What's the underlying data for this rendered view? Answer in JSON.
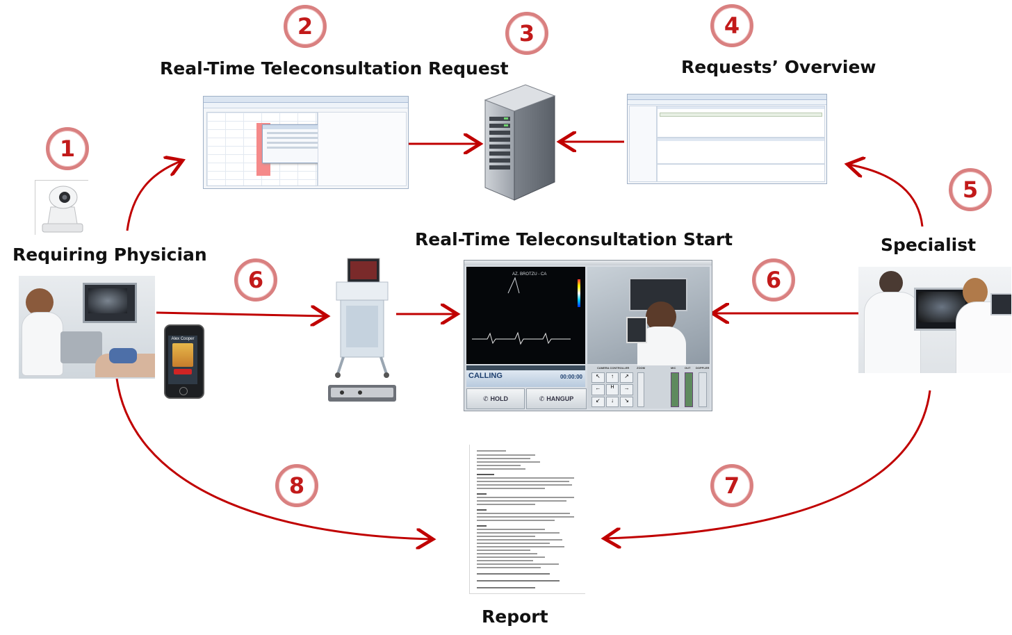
{
  "steps": [
    "1",
    "2",
    "3",
    "4",
    "5",
    "6",
    "6",
    "7",
    "8"
  ],
  "labels": {
    "request": "Real-Time Teleconsultation Request",
    "overview": "Requests’ Overview",
    "requiring_physician": "Requiring Physician",
    "start": "Real-Time Teleconsultation Start",
    "specialist": "Specialist",
    "report": "Report"
  },
  "call_ui": {
    "status": "CALLING",
    "timer": "00:00:00",
    "hold": "HOLD",
    "hangup": "HANGUP",
    "camera_controller": "CAMERA CONTROLLER",
    "zoom": "ZOOM",
    "mic": "MIC",
    "out": "OUT",
    "doppler": "DOPPLER",
    "caller_name": "AZ. BROTZU - CA"
  },
  "phone": {
    "contact": "Alex Cooper"
  },
  "colors": {
    "arrow": "#c00000",
    "badge_ring": "#d98080",
    "badge_text": "#c21a1a"
  }
}
